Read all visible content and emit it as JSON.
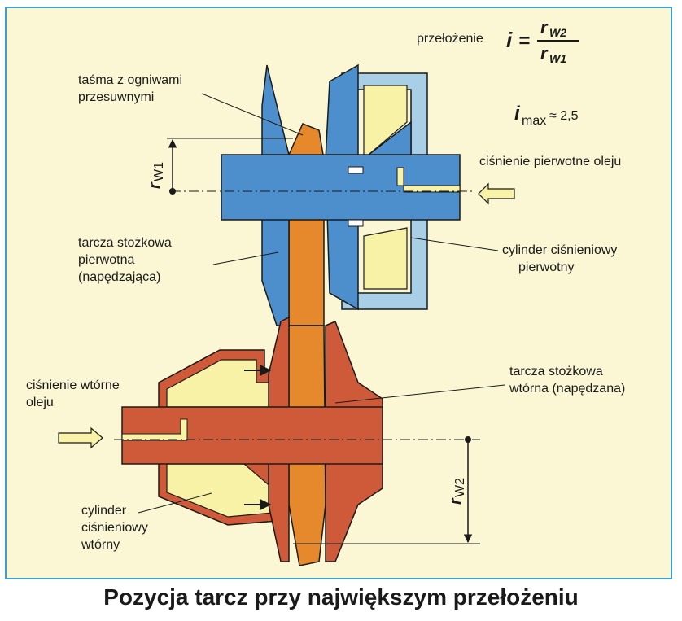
{
  "formula": {
    "label": "przełożenie",
    "i": "i",
    "equals": "=",
    "r": "r",
    "num_sub": "W2",
    "den_sub": "W1",
    "imax_sub": "max",
    "imax_value": "≈ 2,5"
  },
  "labels": {
    "belt": [
      "taśma z ogniwami",
      "przesuwnymi"
    ],
    "primary_pressure": "ciśnienie pierwotne oleju",
    "primary_disc": [
      "tarcza stożkowa",
      "pierwotna",
      "(napędzająca)"
    ],
    "primary_cylinder": [
      "cylinder ciśnieniowy",
      "pierwotny"
    ],
    "secondary_pressure": [
      "ciśnienie wtórne",
      "oleju"
    ],
    "secondary_disc": [
      "tarcza stożkowa",
      "wtórna (napędzana)"
    ],
    "secondary_cylinder": [
      "cylinder",
      "ciśnieniowy",
      "wtórny"
    ],
    "rw1": "r",
    "rw1_sub": "W1",
    "rw2": "r",
    "rw2_sub": "W2"
  },
  "caption": "Pozycja tarcz przy największym przełożeniu",
  "colors": {
    "background": "#fbf7d4",
    "frame": "#3aa0c8",
    "primary_blue": "#4c8fcc",
    "light_blue": "#a9cfe6",
    "secondary_red": "#cf5a3a",
    "belt_orange": "#e6892c",
    "oil_yellow": "#f7f2a6"
  }
}
